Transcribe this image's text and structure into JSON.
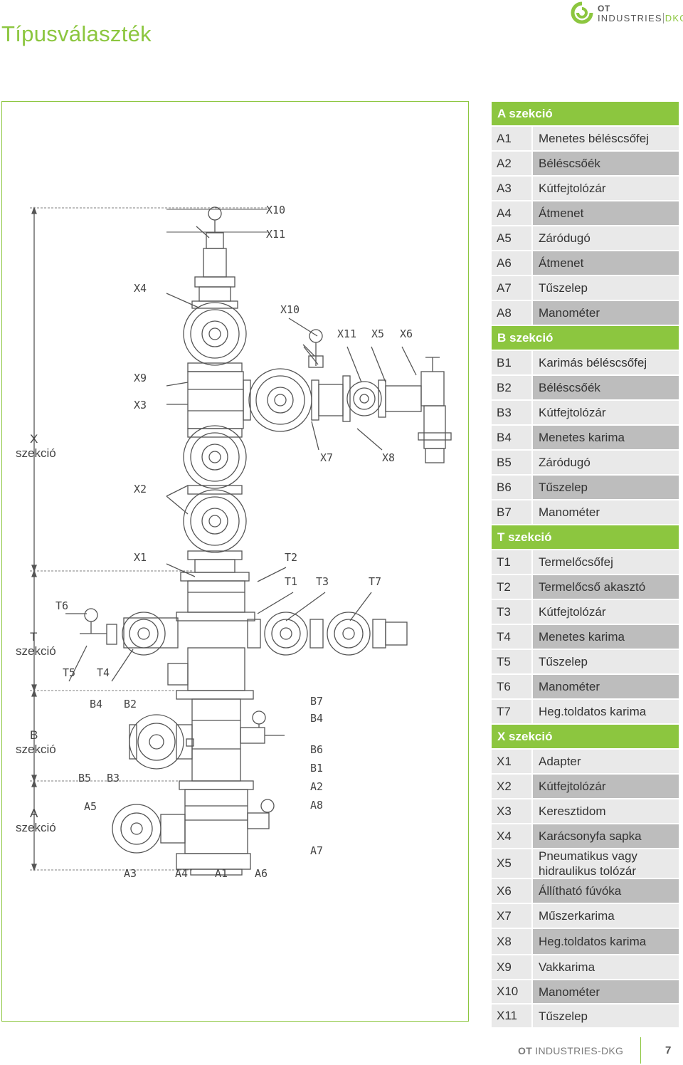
{
  "header": {
    "title": "Típusválaszték",
    "logo_line1": "OT",
    "logo_line2": "INDUSTRIES",
    "logo_line2_suffix": "DKG"
  },
  "colors": {
    "accent": "#8cc63f",
    "row_light": "#e9e9e9",
    "row_dark": "#bdbdbd"
  },
  "diagram": {
    "labels": {
      "X10a": "X10",
      "X11a": "X11",
      "X4": "X4",
      "X10b": "X10",
      "X11b": "X11",
      "X5": "X5",
      "X6": "X6",
      "X9": "X9",
      "X3": "X3",
      "X2": "X2",
      "X7": "X7",
      "X8": "X8",
      "X1": "X1",
      "T2": "T2",
      "T1": "T1",
      "T3": "T3",
      "T7": "T7",
      "T6": "T6",
      "T5": "T5",
      "T4": "T4",
      "B4a": "B4",
      "B2": "B2",
      "B7": "B7",
      "B4b": "B4",
      "B6": "B6",
      "B1": "B1",
      "B5": "B5",
      "B3": "B3",
      "A2": "A2",
      "A8": "A8",
      "A5": "A5",
      "A7": "A7",
      "A3": "A3",
      "A4": "A4",
      "A1": "A1",
      "A6": "A6"
    },
    "sections": {
      "X_letter": "X",
      "X_word": "szekció",
      "T_letter": "T",
      "T_word": "szekció",
      "B_letter": "B",
      "B_word": "szekció",
      "A_letter": "A",
      "A_word": "szekció"
    }
  },
  "table": {
    "sections": [
      {
        "title": "A szekció",
        "rows": [
          {
            "code": "A1",
            "label": "Menetes béléscsőfej"
          },
          {
            "code": "A2",
            "label": "Béléscsőék"
          },
          {
            "code": "A3",
            "label": "Kútfejtolózár"
          },
          {
            "code": "A4",
            "label": "Átmenet"
          },
          {
            "code": "A5",
            "label": "Záródugó"
          },
          {
            "code": "A6",
            "label": "Átmenet"
          },
          {
            "code": "A7",
            "label": "Tűszelep"
          },
          {
            "code": "A8",
            "label": "Manométer"
          }
        ]
      },
      {
        "title": "B szekció",
        "rows": [
          {
            "code": "B1",
            "label": "Karimás béléscsőfej"
          },
          {
            "code": "B2",
            "label": "Béléscsőék"
          },
          {
            "code": "B3",
            "label": "Kútfejtolózár"
          },
          {
            "code": "B4",
            "label": "Menetes karima"
          },
          {
            "code": "B5",
            "label": "Záródugó"
          },
          {
            "code": "B6",
            "label": "Tűszelep"
          },
          {
            "code": "B7",
            "label": "Manométer"
          }
        ]
      },
      {
        "title": "T szekció",
        "rows": [
          {
            "code": "T1",
            "label": "Termelőcsőfej"
          },
          {
            "code": "T2",
            "label": "Termelőcső akasztó"
          },
          {
            "code": "T3",
            "label": "Kútfejtolózár"
          },
          {
            "code": "T4",
            "label": "Menetes karima"
          },
          {
            "code": "T5",
            "label": "Tűszelep"
          },
          {
            "code": "T6",
            "label": "Manométer"
          },
          {
            "code": "T7",
            "label": "Heg.toldatos karima"
          }
        ]
      },
      {
        "title": "X szekció",
        "rows": [
          {
            "code": "X1",
            "label": "Adapter"
          },
          {
            "code": "X2",
            "label": "Kútfejtolózár"
          },
          {
            "code": "X3",
            "label": "Keresztidom"
          },
          {
            "code": "X4",
            "label": "Karácsonyfa sapka"
          },
          {
            "code": "X5",
            "label": "Pneumatikus vagy hidraulikus tolózár"
          },
          {
            "code": "X6",
            "label": "Állítható fúvóka"
          },
          {
            "code": "X7",
            "label": "Műszerkarima"
          },
          {
            "code": "X8",
            "label": "Heg.toldatos karima"
          },
          {
            "code": "X9",
            "label": "Vakkarima"
          },
          {
            "code": "X10",
            "label": "Manométer"
          },
          {
            "code": "X11",
            "label": "Tűszelep"
          }
        ]
      }
    ]
  },
  "footer": {
    "brand_bold": "OT",
    "brand_rest": "INDUSTRIES-DKG",
    "page_number": "7"
  }
}
